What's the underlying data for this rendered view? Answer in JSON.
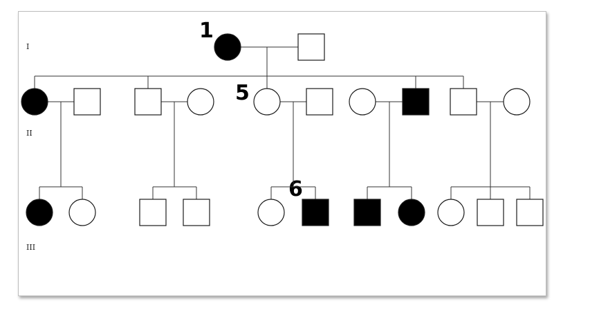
{
  "diagram": {
    "type": "pedigree",
    "generations": [
      "I",
      "II",
      "III"
    ],
    "annotations": [
      "1",
      "5",
      "6"
    ],
    "colors": {
      "affected": "#000000",
      "unaffected": "#ffffff",
      "line": "#333333"
    },
    "individuals": [
      {
        "id": "I-1",
        "sex": "female",
        "affected": true
      },
      {
        "id": "I-2",
        "sex": "male",
        "affected": false
      },
      {
        "id": "II-1",
        "sex": "female",
        "affected": true
      },
      {
        "id": "II-2",
        "sex": "male",
        "affected": false
      },
      {
        "id": "II-3",
        "sex": "male",
        "affected": false
      },
      {
        "id": "II-4",
        "sex": "female",
        "affected": false
      },
      {
        "id": "II-5",
        "sex": "female",
        "affected": false
      },
      {
        "id": "II-6",
        "sex": "male",
        "affected": false
      },
      {
        "id": "II-7",
        "sex": "female",
        "affected": false
      },
      {
        "id": "II-8",
        "sex": "male",
        "affected": true
      },
      {
        "id": "II-9",
        "sex": "male",
        "affected": false
      },
      {
        "id": "II-10",
        "sex": "female",
        "affected": false
      },
      {
        "id": "III-1",
        "sex": "female",
        "affected": true
      },
      {
        "id": "III-2",
        "sex": "female",
        "affected": false
      },
      {
        "id": "III-3",
        "sex": "male",
        "affected": false
      },
      {
        "id": "III-4",
        "sex": "male",
        "affected": false
      },
      {
        "id": "III-5",
        "sex": "female",
        "affected": false
      },
      {
        "id": "III-6",
        "sex": "male",
        "affected": true
      },
      {
        "id": "III-7",
        "sex": "male",
        "affected": true
      },
      {
        "id": "III-8",
        "sex": "female",
        "affected": true
      },
      {
        "id": "III-9",
        "sex": "female",
        "affected": false
      },
      {
        "id": "III-10",
        "sex": "male",
        "affected": false
      },
      {
        "id": "III-11",
        "sex": "male",
        "affected": false
      }
    ]
  }
}
